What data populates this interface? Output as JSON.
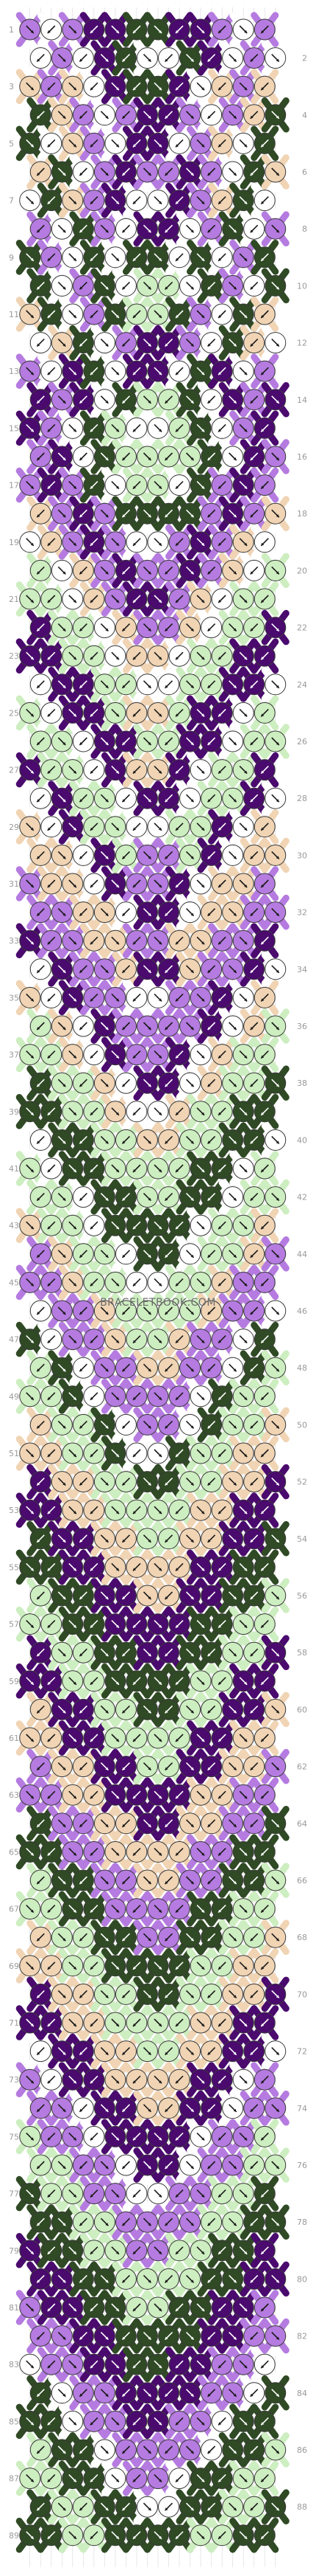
{
  "rows": [
    "1",
    "2",
    "3",
    "4",
    "5",
    "6",
    "7",
    "8",
    "9",
    "10",
    "11",
    "12",
    "13",
    "14",
    "15",
    "16",
    "17",
    "18",
    "19",
    "20",
    "21",
    "22",
    "23",
    "24",
    "25",
    "26",
    "27",
    "28",
    "29",
    "30",
    "31",
    "32",
    "33",
    "34",
    "35",
    "36",
    "37",
    "38",
    "39",
    "40",
    "41",
    "42",
    "43",
    "44",
    "45",
    "46",
    "47",
    "48",
    "49",
    "50",
    "51",
    "52",
    "53",
    "54",
    "55",
    "56",
    "57",
    "58",
    "59",
    "60",
    "61",
    "62",
    "63",
    "64",
    "65",
    "66",
    "67",
    "68",
    "69",
    "70",
    "71",
    "72",
    "73",
    "74",
    "75",
    "76",
    "77",
    "78",
    "79",
    "80",
    "81",
    "82",
    "83",
    "84",
    "85",
    "86",
    "87",
    "88",
    "89"
  ],
  "watermark": "BRACELETBOOK.COM",
  "colors": {
    "light_purple": "#b57be0",
    "dark_purple": "#4a0a6e",
    "dark_green": "#2f4a24",
    "light_green": "#cdeec0",
    "peach": "#f0d4b4",
    "white": "#ffffff",
    "outline": "#3a3a3a",
    "arrow": "#1a1a1a",
    "stroke_line": "#d8d8d8"
  },
  "strings": [
    "light_purple",
    "light_purple",
    "dark_purple",
    "dark_purple",
    "white",
    "dark_green",
    "white",
    "dark_purple",
    "dark_purple",
    "light_purple",
    "light_purple",
    "peach",
    "peach",
    "light_green",
    "light_green",
    "white",
    "peach"
  ],
  "knot_pattern": [
    "PWPXXGGXXPWP",
    "WPWXGWWGXWPW",
    "EPEWXGGXWEPE",
    "GEPWPXXPWPEG",
    "GWEPWXXWPEWG",
    "EGWPXPPXPWGE",
    "WGEPXWWXPEGW",
    "PWGPWXXWPGWP",
    "GPWGWGGWGWPG",
    "GWPGWLLWGPWG",
    "EGWPGLLGPWGE",
    "WEGWPXXPWGEW",
    "PWXGWXXWGXWP",
    "XPXWGLLGWXPX",
    "XPWGLWWLGWPX",
    "PXWGLLLLGWXP",
    "PXPGWLLWGPXP",
    "EPXPGGGGPXPE",
    "WEPXPWWPXPEW",
    "LWEPXPPXPEWL",
    "LLWEPXXPEWLL",
    "XLLWEPPEWLLX",
    "XXLLWEEWLLXX",
    "WXXLLWWLLXXW",
    "LWXXLEELXXWL",
    "LLWXXLLXXWLL",
    "XLLWXEEXWLLX",
    "WXLLWXXWLLXW",
    "EWXLLWWLLXWE",
    "EEWXLPPLXWEE",
    "PEEWXPPXWEEP",
    "PPEEWXXWEEPP",
    "XPPEEPPEEPPX",
    "WXPPEXXEPPXW",
    "EWXPPWWPPXWE",
    "LEWXPPPPXWEL",
    "LLEWXPPXWELL",
    "GLLEWXXWELLG",
    "GGLLEWWELLGG",
    "WGGLLEELLGGW",
    "LWGGLLLLGGWL",
    "LLWGGLLGGWLL",
    "ELLWGGGGWLLE",
    "PELLWGGWLLEP",
    "PPELLWWLLEPP",
    "WPPELLLLEPPW",
    "GWPPELLEPPWG",
    "LGWPPEEPPWGL",
    "LLGWPPPPWGLL",
    "ELLGWPPWGLLE",
    "EELLGWWGLLEE",
    "XEELLGGLLEEX",
    "XXEELLLLEEXX",
    "GXXEELLEEXXG",
    "GGXXEEEEXXGG",
    "LGGXXEEXXGGL",
    "LLGGXXXXGGLL",
    "XLLGGXXGGLLX",
    "XXLLGGGGLLXX",
    "EXXLLGGLLXXE",
    "EEXXLLLLXXEE",
    "PEEXXLLXXEEP",
    "PPEEXXXXEEPP",
    "GPPEEXXEEPPG",
    "GGPPEEEEPPGG",
    "LGGPPEEPPGGL",
    "LLGGPPPPGGLL",
    "ELLGGPPGGLLE",
    "EELLGGGGLLEE",
    "XEELLGGLLEEX",
    "XXEELLLLEEXX",
    "WXXEELLEEXXW",
    "PWXXEEEEXXWP",
    "PPWXXEEXXWPP",
    "LPPWXXXXWPPL",
    "LLPPWXXWPPLL",
    "GLLPPWWPPLLG",
    "GGLLPPPPLLGG",
    "XGGLLPPLLGGX",
    "XXGGLLLLGGXX",
    "PXXGGLLGGXXP",
    "PPXXGGGGXXPP",
    "WPPXXGGXXPPW",
    "GWPPXXXXPPWG",
    "GGWPPXXPPWGG",
    "LGGWPPPPWGGL",
    "LLGGWPPWGGLL",
    "GLLGGWWGGLLG",
    "GGLLGGGGLLGG"
  ],
  "knot_colors_key": {
    "P": "light_purple",
    "X": "dark_purple",
    "G": "dark_green",
    "L": "light_green",
    "E": "peach",
    "W": "white"
  }
}
